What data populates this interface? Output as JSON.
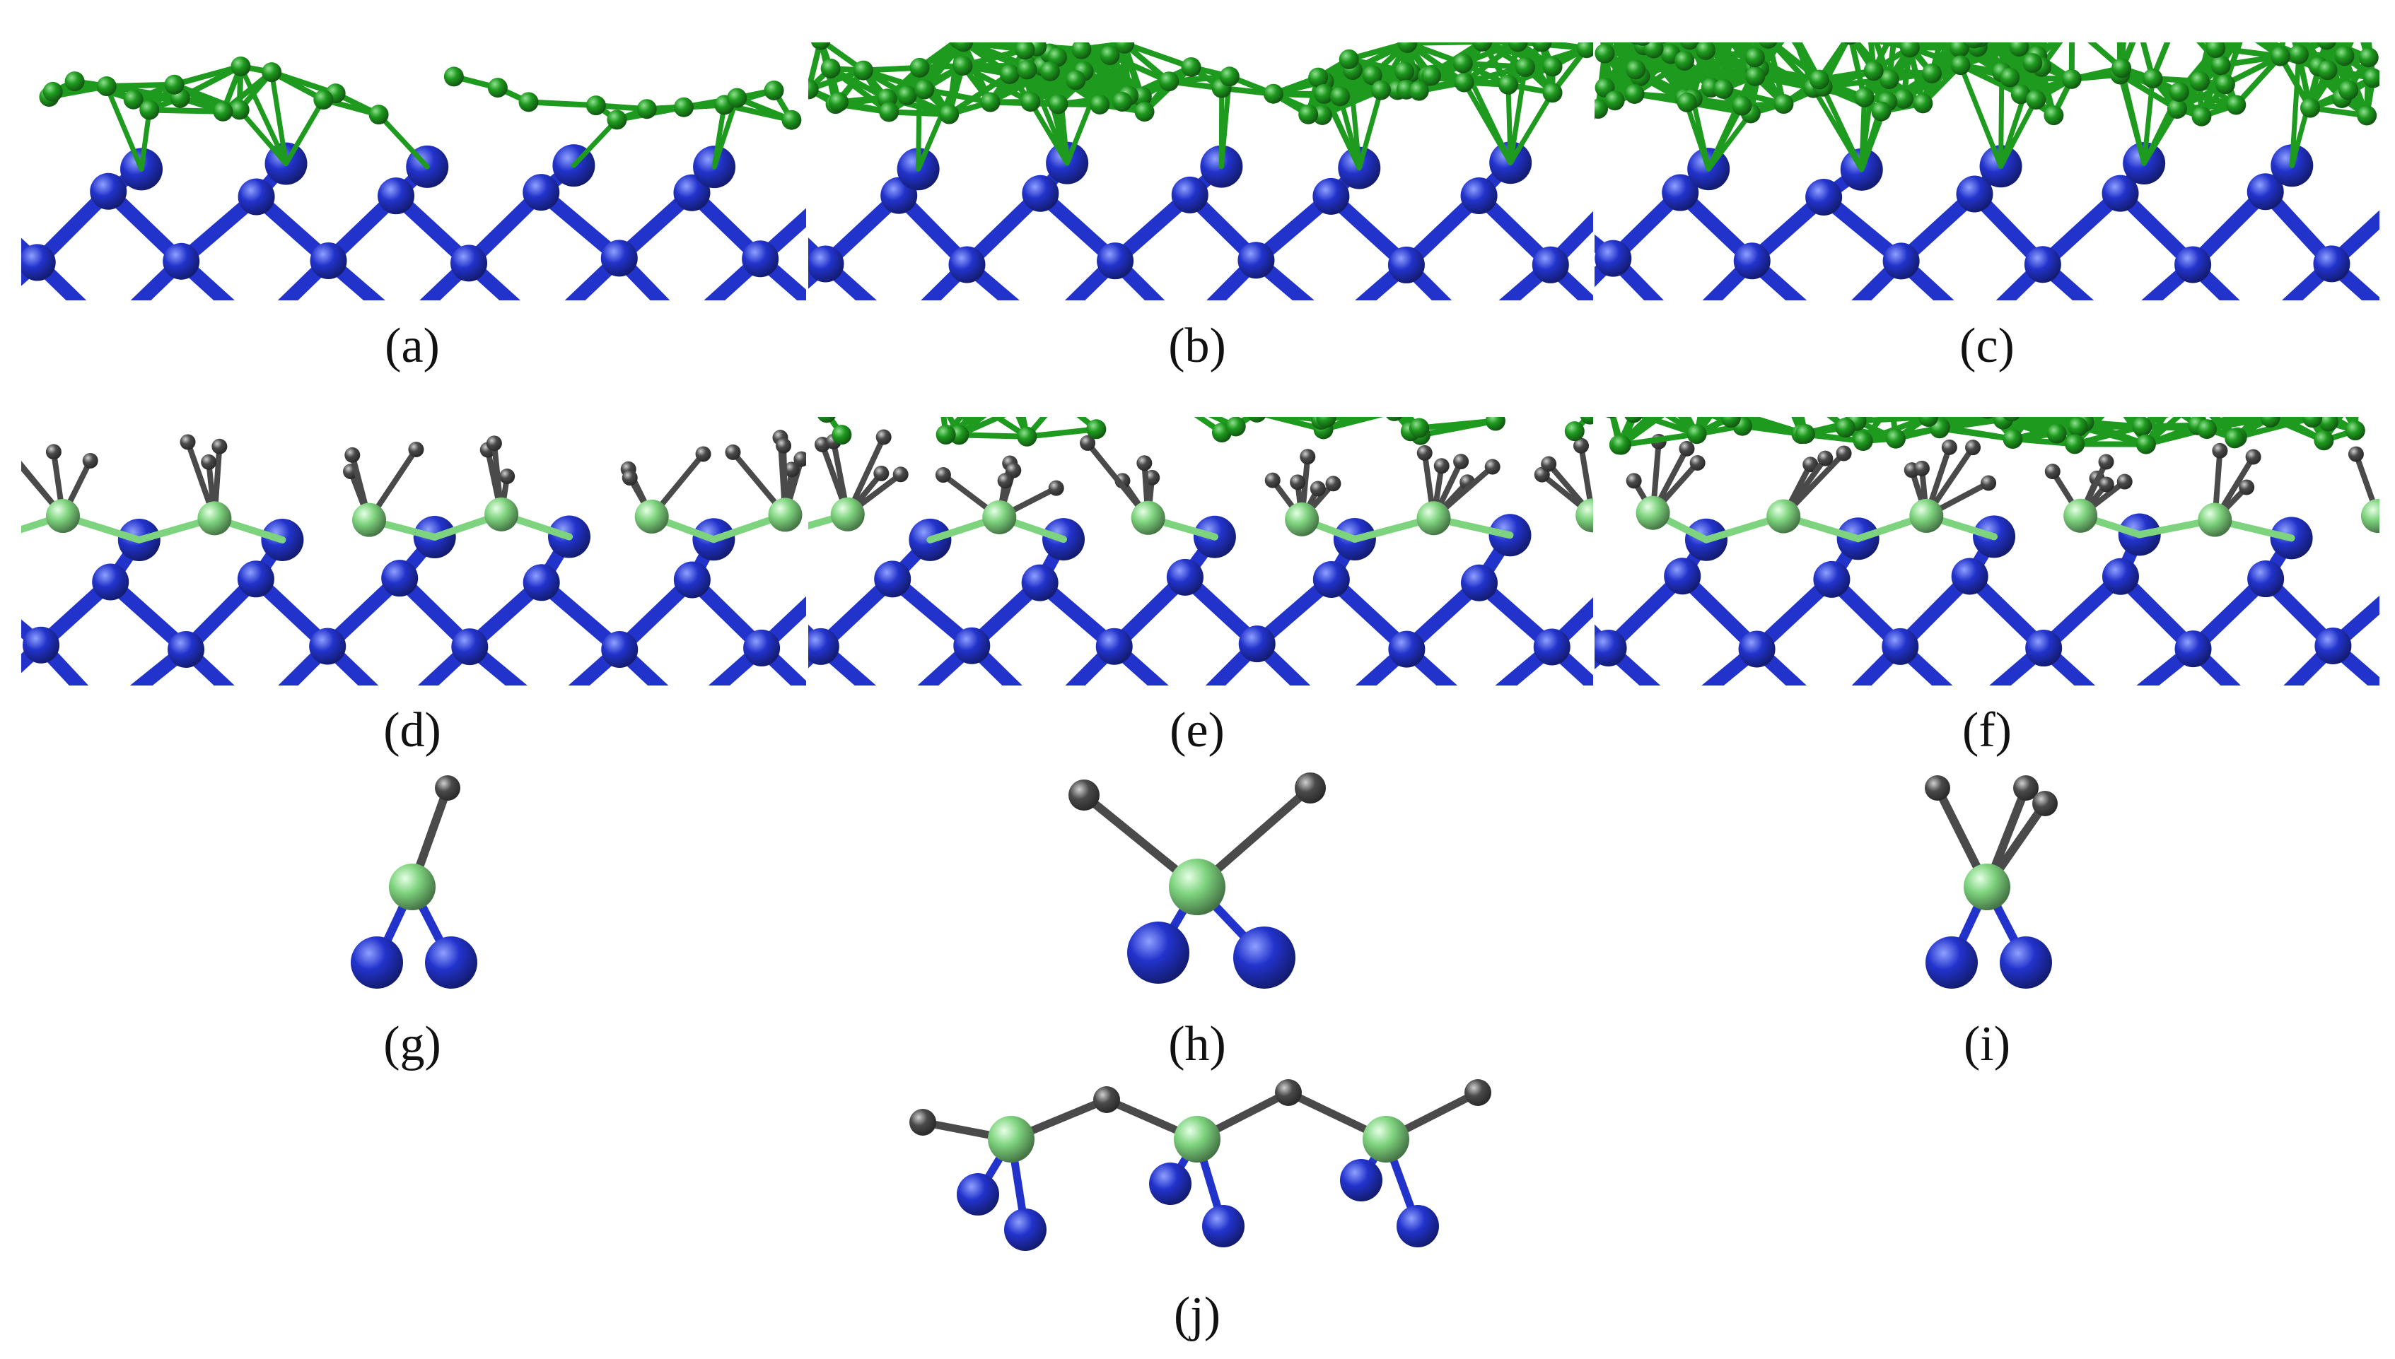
{
  "figure": {
    "panels": [
      {
        "key": "a",
        "label": "(a)",
        "kind": "slab",
        "fluorine_layers": 1,
        "ligands": false
      },
      {
        "key": "b",
        "label": "(b)",
        "kind": "slab",
        "fluorine_layers": 2,
        "ligands": false
      },
      {
        "key": "c",
        "label": "(c)",
        "kind": "slab",
        "fluorine_layers": 3,
        "ligands": false
      },
      {
        "key": "d",
        "label": "(d)",
        "kind": "slab",
        "fluorine_layers": 0,
        "ligands": true
      },
      {
        "key": "e",
        "label": "(e)",
        "kind": "slab",
        "fluorine_layers": 1,
        "ligands": true
      },
      {
        "key": "f",
        "label": "(f)",
        "kind": "slab",
        "fluorine_layers": 2,
        "ligands": true
      },
      {
        "key": "g",
        "label": "(g)",
        "kind": "cluster",
        "ligand_count": 1
      },
      {
        "key": "h",
        "label": "(h)",
        "kind": "cluster",
        "ligand_count": 2
      },
      {
        "key": "i",
        "label": "(i)",
        "kind": "cluster",
        "ligand_count": 3
      },
      {
        "key": "j",
        "label": "(j)",
        "kind": "chain",
        "units": 3
      }
    ],
    "colors": {
      "substrate": "#2233cc",
      "substrate_highlight": "#8fa0ff",
      "fluorine": "#1e9a1e",
      "fluorine_highlight": "#8fe08f",
      "adsorbate": "#7ed37e",
      "adsorbate_highlight": "#e6ffe6",
      "carbon": "#4a4a4a",
      "carbon_highlight": "#d0d0d0"
    }
  }
}
